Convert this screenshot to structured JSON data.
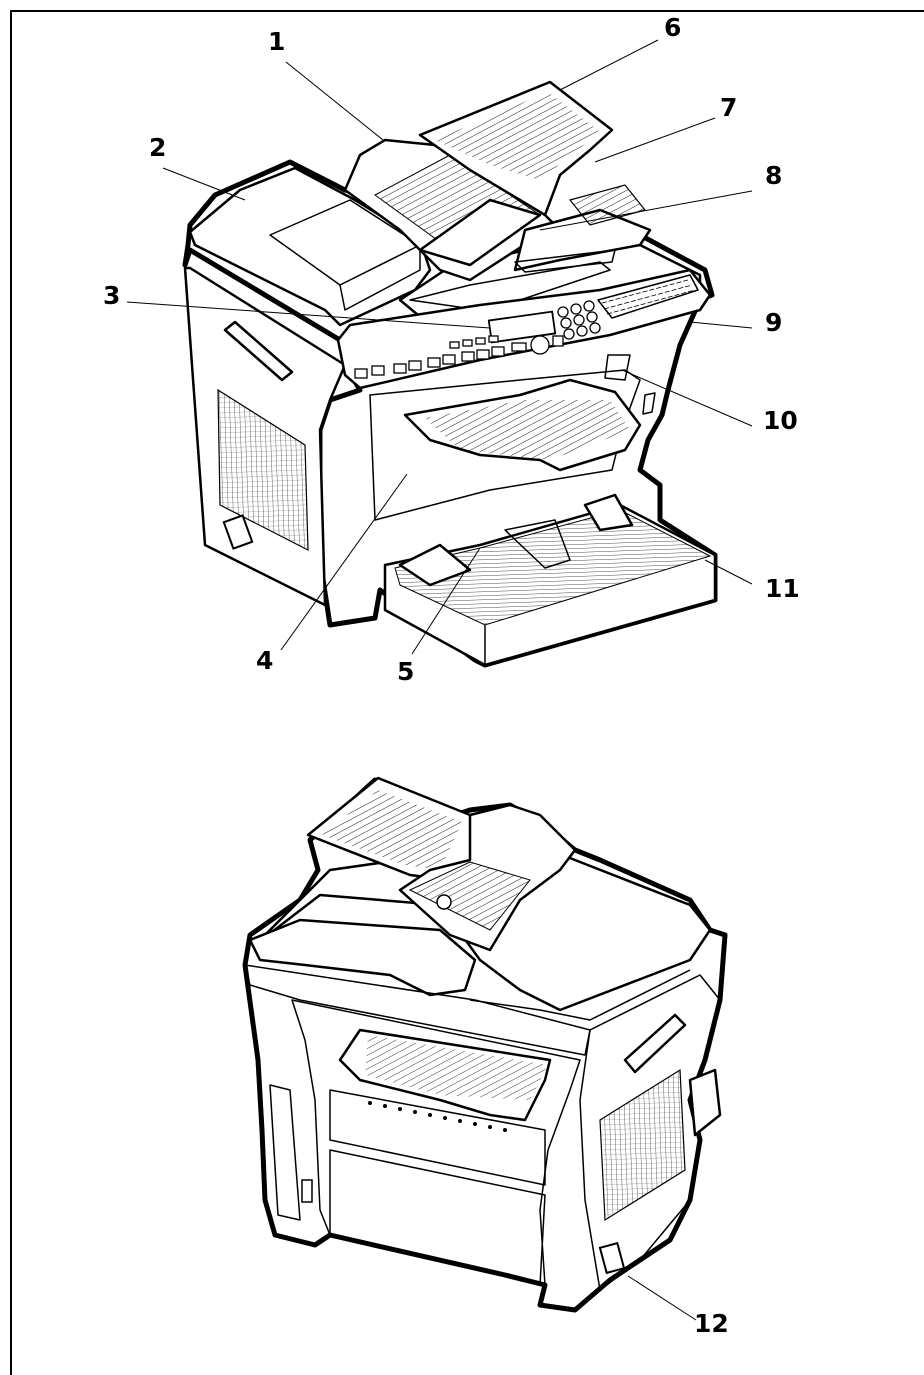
{
  "callouts": [
    {
      "id": "1",
      "label": "1"
    },
    {
      "id": "2",
      "label": "2"
    },
    {
      "id": "3",
      "label": "3"
    },
    {
      "id": "4",
      "label": "4"
    },
    {
      "id": "5",
      "label": "5"
    },
    {
      "id": "6",
      "label": "6"
    },
    {
      "id": "7",
      "label": "7"
    },
    {
      "id": "8",
      "label": "8"
    },
    {
      "id": "9",
      "label": "9"
    },
    {
      "id": "10",
      "label": "10"
    },
    {
      "id": "11",
      "label": "11"
    },
    {
      "id": "12",
      "label": "12"
    }
  ],
  "views": [
    {
      "id": "front-view",
      "illustration": "printer-front-illustration"
    },
    {
      "id": "rear-view",
      "illustration": "printer-rear-illustration"
    }
  ]
}
